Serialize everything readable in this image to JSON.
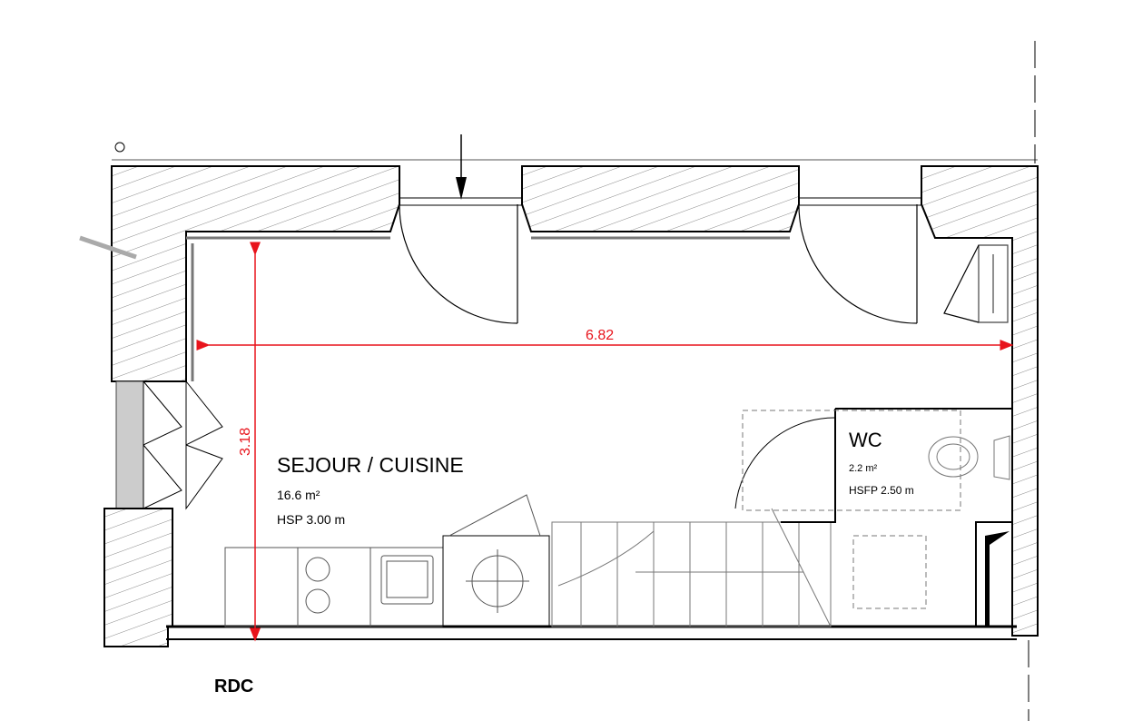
{
  "plan": {
    "level_label": "RDC",
    "colors": {
      "dimension": "#e8141c",
      "wall": "#000000",
      "hatch": "#888888",
      "fixture": "#666666"
    },
    "dimensions": {
      "width": "6.82",
      "depth": "3.18"
    },
    "rooms": [
      {
        "name": "SEJOUR / CUISINE",
        "area": "16.6 m²",
        "height": "HSP 3.00 m"
      },
      {
        "name": "WC",
        "area": "2.2 m²",
        "height": "HSFP 2.50 m"
      }
    ]
  }
}
